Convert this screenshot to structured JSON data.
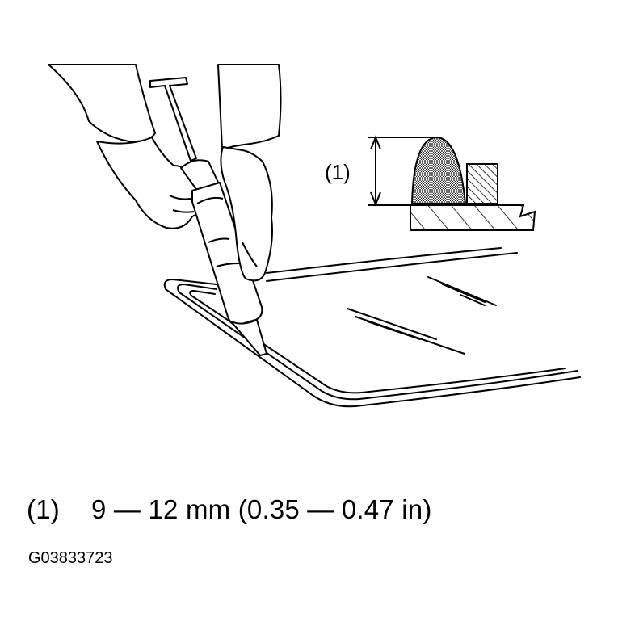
{
  "callout": {
    "label": "(1)"
  },
  "legend": [
    {
      "marker": "(1)",
      "text": "9 — 12 mm (0.35 — 0.47 in)"
    }
  ],
  "figure_id": "G03833723"
}
